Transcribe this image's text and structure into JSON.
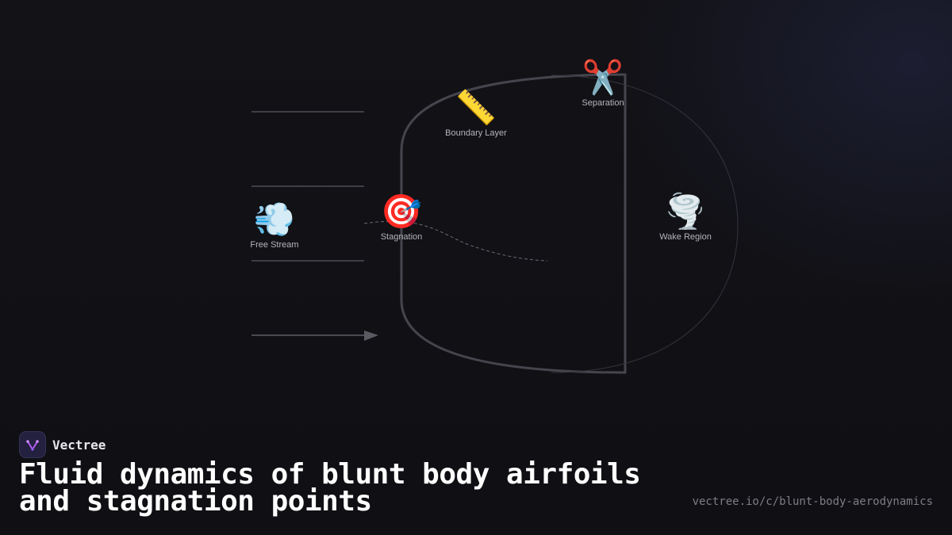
{
  "diagram": {
    "nodes": [
      {
        "id": "free-stream",
        "emoji": "💨",
        "label": "Free Stream"
      },
      {
        "id": "stagnation",
        "emoji": "🎯",
        "label": "Stagnation"
      },
      {
        "id": "boundary-layer",
        "emoji": "📏",
        "label": "Boundary Layer"
      },
      {
        "id": "separation",
        "emoji": "✂️",
        "label": "Separation"
      },
      {
        "id": "wake-region",
        "emoji": "🌪️",
        "label": "Wake Region"
      }
    ]
  },
  "brand": {
    "name": "Vectree",
    "accent": "#b45cf0"
  },
  "title": "Fluid dynamics of blunt body airfoils and stagnation points",
  "url": "vectree.io/c/blunt-body-aerodynamics"
}
